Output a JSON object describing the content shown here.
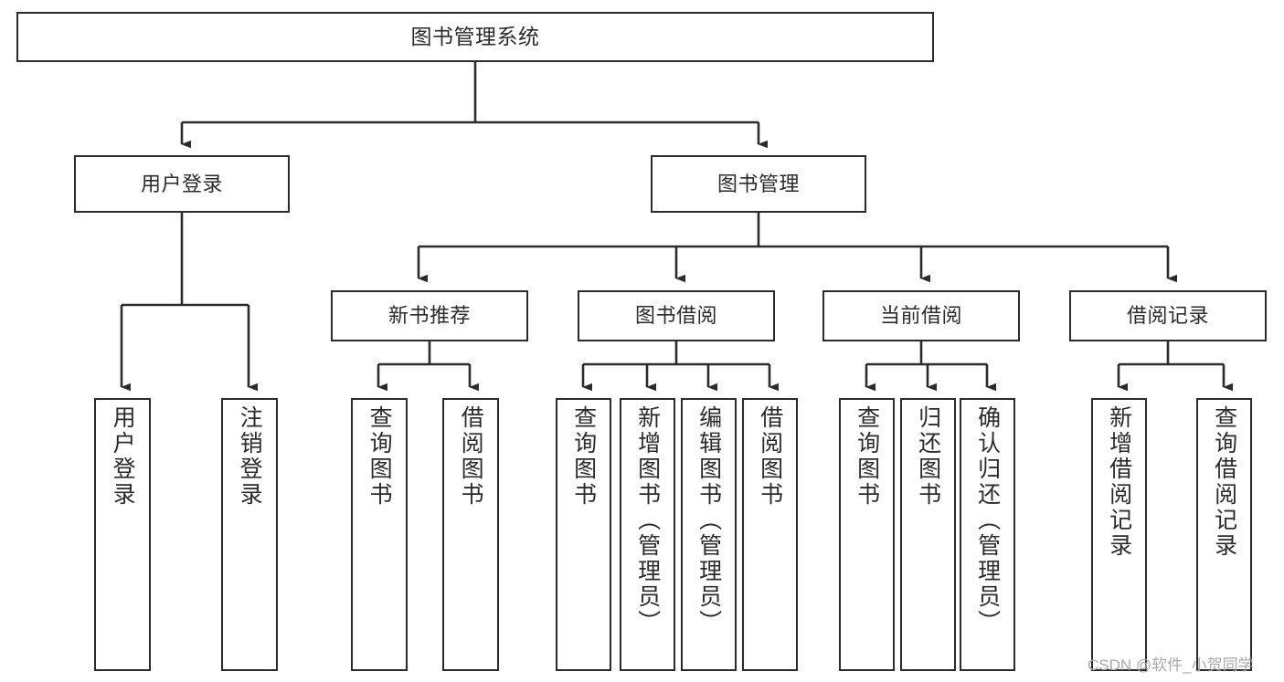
{
  "diagram": {
    "title": "图书管理系统",
    "type": "tree",
    "orientation": "top-down",
    "colors": {
      "box_border": "#2b2b2b",
      "box_fill": "#ffffff",
      "connector": "#2b2b2b",
      "canvas": "#ffffff",
      "watermark": "#a8a8a8"
    },
    "root": {
      "label": "图书管理系统"
    },
    "level2": [
      {
        "label": "用户登录"
      },
      {
        "label": "图书管理"
      }
    ],
    "level3": [
      {
        "label": "新书推荐"
      },
      {
        "label": "图书借阅"
      },
      {
        "label": "当前借阅"
      },
      {
        "label": "借阅记录"
      }
    ],
    "leaves": {
      "user_login": [
        {
          "label": "用户登录"
        },
        {
          "label": "注销登录"
        }
      ],
      "new_book_recommend": [
        {
          "label": "查询图书"
        },
        {
          "label": "借阅图书"
        }
      ],
      "book_borrow": [
        {
          "label": "查询图书"
        },
        {
          "label": "新增图书（管理员）"
        },
        {
          "label": "编辑图书（管理员）"
        },
        {
          "label": "借阅图书"
        }
      ],
      "current_borrow": [
        {
          "label": "查询图书"
        },
        {
          "label": "归还图书"
        },
        {
          "label": "确认归还（管理员）"
        }
      ],
      "borrow_record": [
        {
          "label": "新增借阅记录"
        },
        {
          "label": "查询借阅记录"
        }
      ]
    }
  },
  "watermark": {
    "text": "CSDN @软件_小贺同学"
  }
}
